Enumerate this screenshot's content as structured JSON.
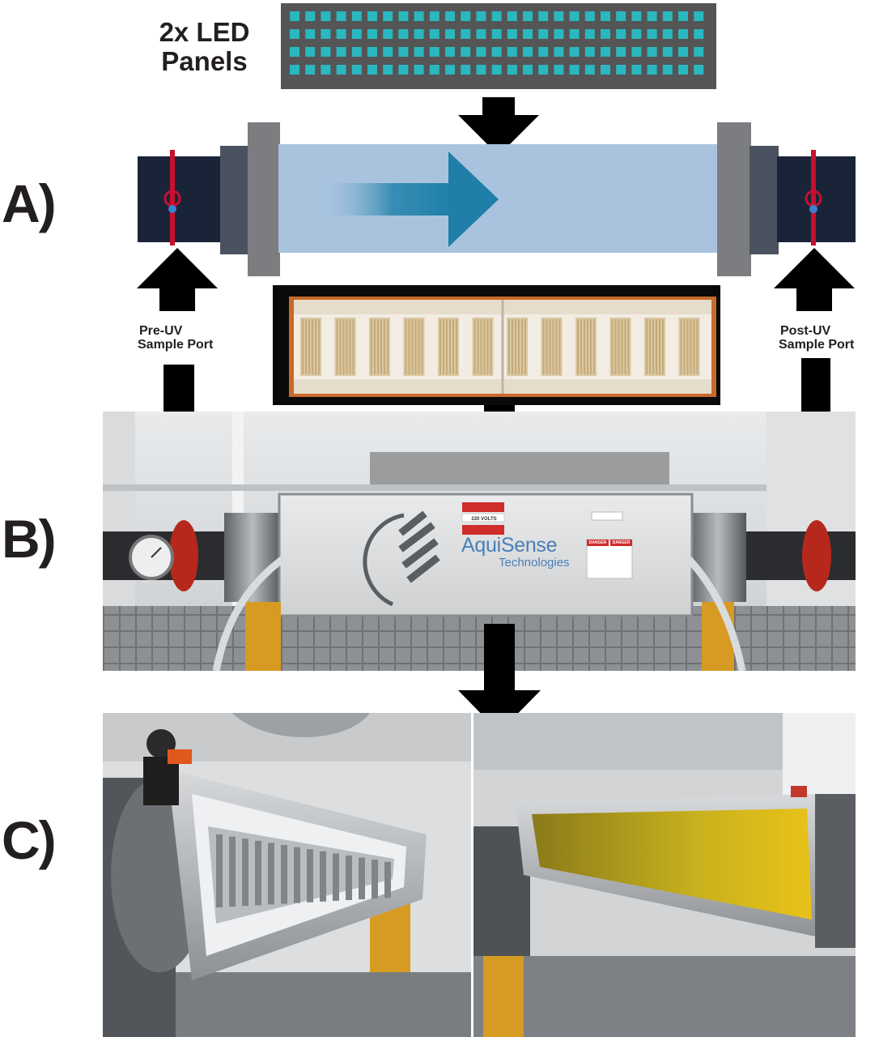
{
  "led": {
    "title_line1": "2x LED",
    "title_line2": "Panels"
  },
  "labels": {
    "a": "A)",
    "b": "B)",
    "c": "C)"
  },
  "ports": {
    "pre_line1": "Pre-UV",
    "pre_line2": "Sample Port",
    "post_line1": "Post-UV",
    "post_line2": "Sample Port"
  },
  "reactor": {
    "brand_line1": "AquiSense",
    "brand_line2": "Technologies",
    "warning1": "DANGER",
    "warning2": "DANGER",
    "voltage": "220 VOLTS"
  },
  "colors": {
    "pipe": "#1a2438",
    "tube": "#a9c3df",
    "flow_arrow": "#1f80a8",
    "led_panel": "#555555",
    "led_cell": "#2ab7c0",
    "arrow": "#000000",
    "valve": "#c8102e"
  }
}
